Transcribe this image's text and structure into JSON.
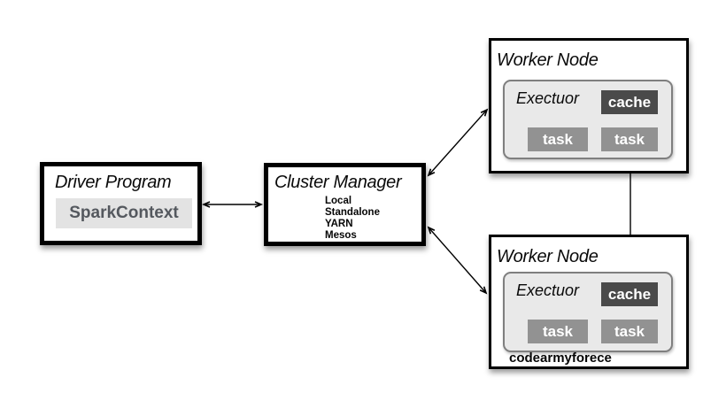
{
  "driver_program": {
    "title": "Driver Program",
    "spark_context_label": "SparkContext"
  },
  "cluster_manager": {
    "title": "Cluster Manager",
    "modes": [
      "Local",
      "Standalone",
      "YARN",
      "Mesos"
    ]
  },
  "worker_node_top": {
    "title": "Worker Node",
    "executor_label": "Exectuor",
    "cache_label": "cache",
    "tasks": [
      "task",
      "task"
    ]
  },
  "worker_node_bottom": {
    "title": "Worker Node",
    "executor_label": "Exectuor",
    "cache_label": "cache",
    "tasks": [
      "task",
      "task"
    ],
    "caption": "codearmyforece"
  },
  "colors": {
    "box_border": "#000000",
    "executor_bg": "#e9e9e9",
    "executor_border": "#7f7f7f",
    "cache_bg": "#4a4a4a",
    "cache_text": "#ffffff",
    "task_bg": "#929292",
    "task_text": "#ffffff",
    "spark_context_bg": "#e3e3e3",
    "spark_context_text": "#54585e",
    "arrow": "#000000"
  }
}
